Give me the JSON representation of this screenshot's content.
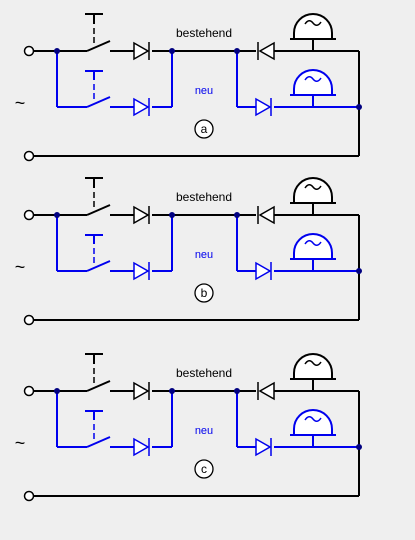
{
  "labels": {
    "existing": "bestehend",
    "new": "neu",
    "ac_symbol": "~"
  },
  "panels": [
    {
      "id": "a",
      "label": "a"
    },
    {
      "id": "b",
      "label": "b"
    },
    {
      "id": "c",
      "label": "c"
    }
  ],
  "colors": {
    "background": "#efefef",
    "existing_wiring": "#000000",
    "new_wiring": "#0000ee",
    "junction": "#000080"
  }
}
